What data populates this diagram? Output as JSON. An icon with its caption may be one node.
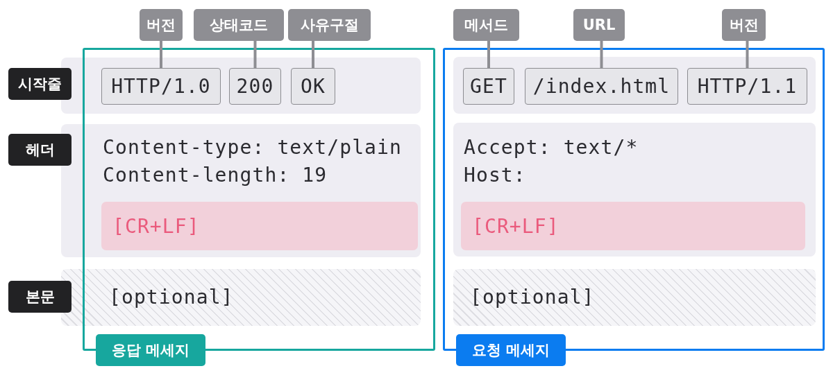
{
  "diagram": {
    "nodes": [
      {
        "text": [
          "시작줄"
        ]
      },
      {
        "text": [
          "헤더"
        ]
      },
      {
        "text": [
          "본문"
        ]
      },
      {
        "text": [
          "버전"
        ]
      },
      {
        "text": [
          "상태코드"
        ]
      },
      {
        "text": [
          "사유구절"
        ]
      },
      {
        "text": [
          "메서드"
        ]
      },
      {
        "text": [
          "URL"
        ]
      },
      {
        "text": [
          "버전"
        ]
      },
      {
        "text": [
          "응답 메세지"
        ]
      },
      {
        "text": [],
        "shape": "box"
      },
      {
        "text": [
          "HTTP/1.0"
        ],
        "in": 10
      },
      {
        "text": [
          "200"
        ],
        "in": 10
      },
      {
        "text": [
          "OK"
        ],
        "in": 10
      },
      {
        "text": [
          "Content-type: text/plain",
          "Content-length: 19"
        ]
      },
      {
        "text": [
          "[CR+LF]"
        ],
        "in": 14
      },
      {
        "text": [
          "[optional]"
        ]
      },
      {
        "text": [
          "요청 메세지"
        ]
      },
      {
        "text": [],
        "shape": "box",
        "in": 17
      },
      {
        "text": [
          "GET"
        ],
        "in": 18
      },
      {
        "text": [
          "/index.html"
        ],
        "in": 18
      },
      {
        "text": [
          "HTTP/1.1"
        ],
        "in": 18
      },
      {
        "text": [
          "Accept: text/*",
          "Host:"
        ],
        "in": 17
      },
      {
        "text": [
          "[CR+LF]"
        ],
        "in": 22
      },
      {
        "text": [
          "[optional]"
        ],
        "in": 17
      }
    ],
    "edges": [
      {
        "from": 3,
        "to": 11,
        "arrow": "none"
      },
      {
        "from": 4,
        "to": 12,
        "arrow": "none"
      },
      {
        "from": 5,
        "to": 13,
        "arrow": "none"
      },
      {
        "from": 6,
        "to": 19,
        "arrow": "none"
      },
      {
        "from": 7,
        "to": 20,
        "arrow": "none"
      },
      {
        "from": 8,
        "to": 21,
        "arrow": "none"
      }
    ]
  }
}
